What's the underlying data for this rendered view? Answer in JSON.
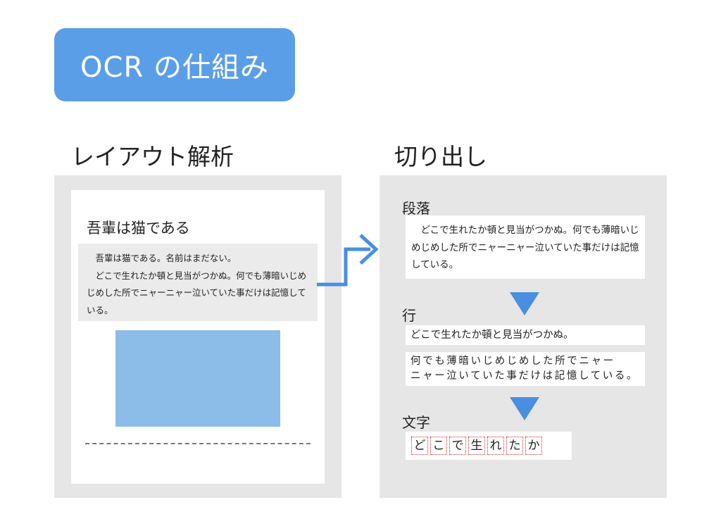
{
  "title": "OCR の仕組み",
  "headings": {
    "layout_analysis": "レイアウト解析",
    "segmentation": "切り出し"
  },
  "document": {
    "title": "吾輩は猫である",
    "body_lines": [
      "吾輩は猫である。名前はまだない。",
      "どこで生れたか頓と見当がつかぬ。何でも薄暗いじめじめした所でニャーニャー泣いていた事だけは記憶している。"
    ]
  },
  "segmentation": {
    "paragraph_label": "段落",
    "paragraph_text": "どこで生れたか頓と見当がつかぬ。何でも薄暗いじめじめした所でニャーニャー泣いていた事だけは記憶している。",
    "line_label": "行",
    "lines": [
      "どこで生れたか頓と見当がつかぬ。",
      "何でも薄暗いじめじめした所でニャー",
      "ニャー泣いていた事だけは記憶している。"
    ],
    "char_label": "文字",
    "chars": [
      "ど",
      "こ",
      "で",
      "生",
      "れ",
      "た",
      "か"
    ]
  },
  "colors": {
    "badge": "#5a9ee8",
    "panel": "#e6e6e6",
    "image_block": "#8cbce8",
    "arrow": "#4a8ee0",
    "char_border": "#d62a2a"
  }
}
